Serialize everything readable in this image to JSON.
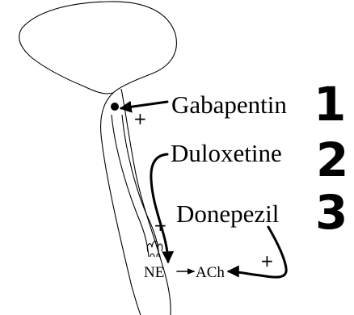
{
  "drugs": [
    {
      "name": "Gabapentin",
      "number": "1"
    },
    {
      "name": "Duloxetine",
      "number": "2"
    },
    {
      "name": "Donepezil",
      "number": "3"
    }
  ],
  "effect_sign": "+",
  "neurotransmitters": {
    "ne": "NE",
    "ach": "ACh"
  }
}
